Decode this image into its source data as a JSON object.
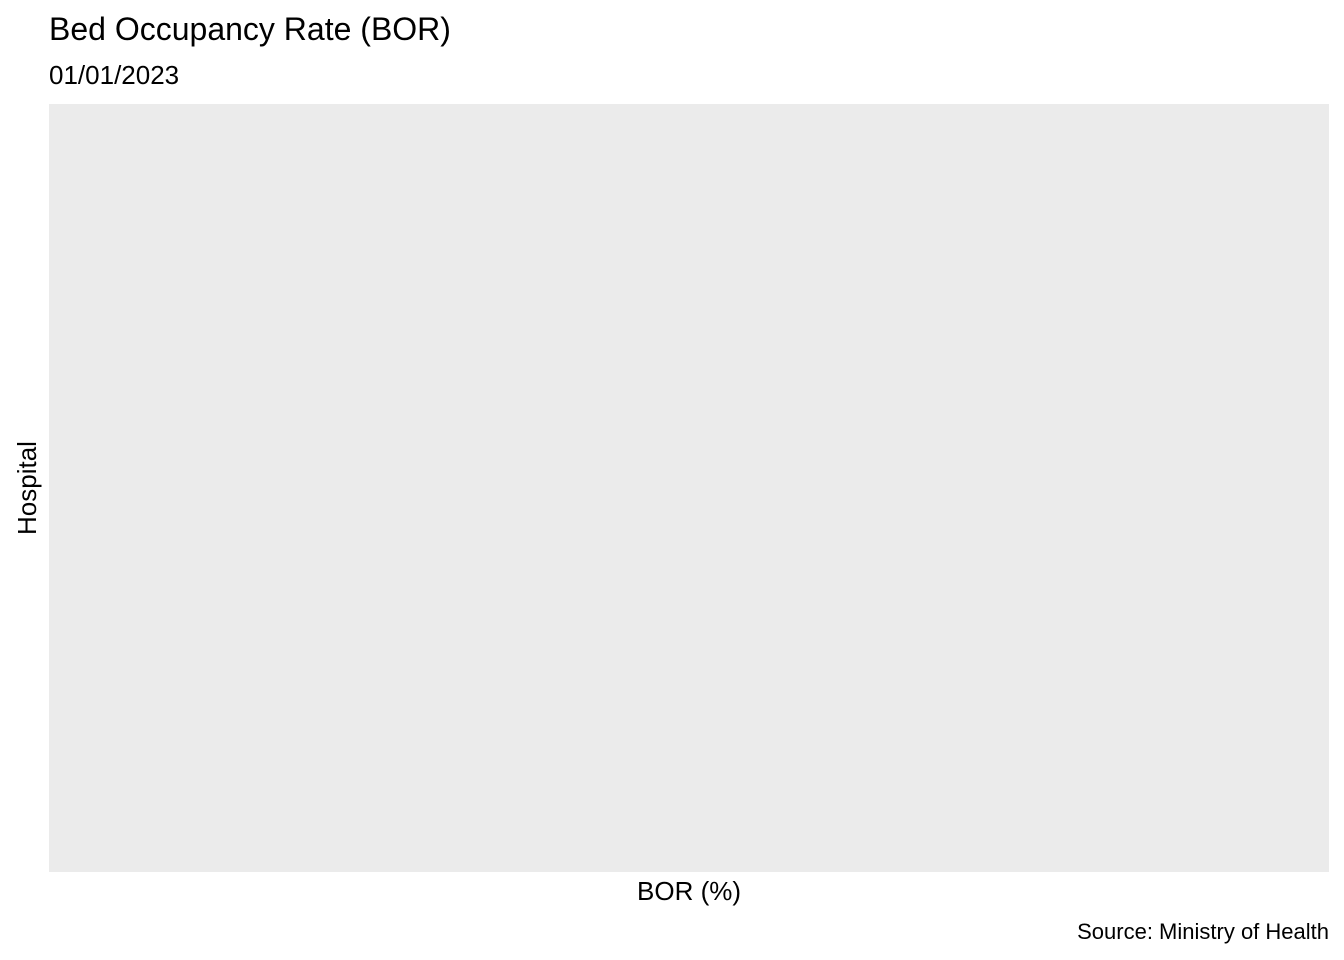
{
  "chart_data": {
    "type": "bar",
    "title": "Bed Occupancy Rate (BOR)",
    "subtitle": "01/01/2023",
    "xlabel": "BOR (%)",
    "ylabel": "Hospital",
    "caption": "Source: Ministry of Health",
    "categories": [],
    "values": [],
    "grid": false,
    "panel_background": "#EBEBEB"
  }
}
